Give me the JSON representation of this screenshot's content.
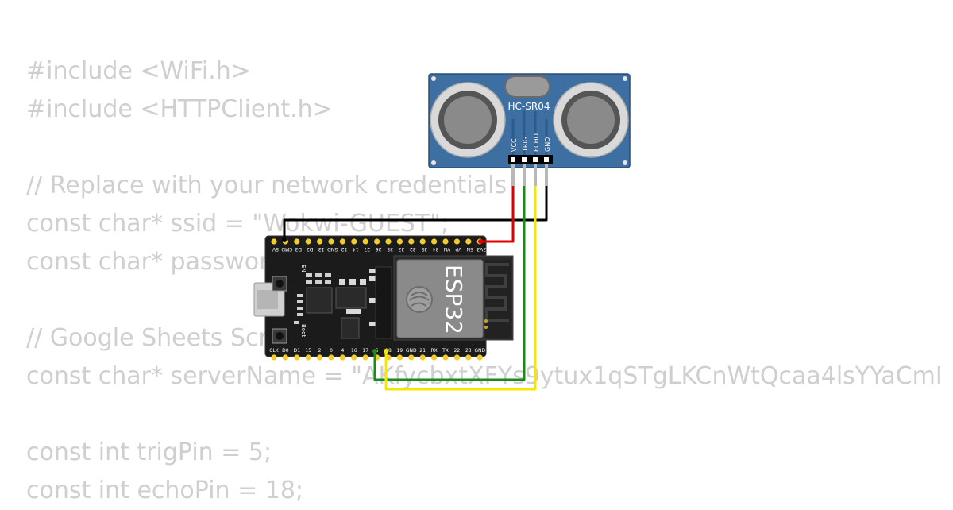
{
  "code": {
    "lines": [
      "#include <WiFi.h>",
      "#include <HTTPClient.h>",
      "",
      "// Replace with your network credentials",
      "const char* ssid = \"Wokwi-GUEST\";",
      "const char* password = \"\";",
      "",
      "// Google Sheets Script",
      "const char* serverName = \"AKfycbxtXFYs9ytux1qSTgLKCnWtQcaa4lsYYaCmI",
      "",
      "const int trigPin = 5;",
      "const int echoPin = 18;"
    ]
  },
  "sensor": {
    "label": "HC-SR04",
    "pins": [
      "VCC",
      "TRIG",
      "ECHO",
      "GND"
    ]
  },
  "board": {
    "chip_label": "ESP32",
    "top_pins": [
      "5V",
      "CMD",
      "D3",
      "D2",
      "13",
      "GND",
      "12",
      "14",
      "27",
      "26",
      "25",
      "33",
      "32",
      "35",
      "34",
      "VN",
      "VP",
      "EN",
      "3V3"
    ],
    "bottom_pins": [
      "CLK",
      "D0",
      "D1",
      "15",
      "2",
      "0",
      "4",
      "16",
      "17",
      "5",
      "18",
      "19",
      "GND",
      "21",
      "RX",
      "TX",
      "22",
      "23",
      "GND"
    ],
    "button_labels": [
      "EN",
      "Boot"
    ]
  },
  "colors": {
    "code_text": "#cfcfcf",
    "sensor_board": "#3e6fa3",
    "board_body": "#1b1b1b",
    "module": "#8a8a8a",
    "pin_gold": "#f2cc2e",
    "wire_vcc": "#e00000",
    "wire_gnd": "#000000",
    "wire_trig": "#1a8a1a",
    "wire_echo": "#f5e800"
  }
}
